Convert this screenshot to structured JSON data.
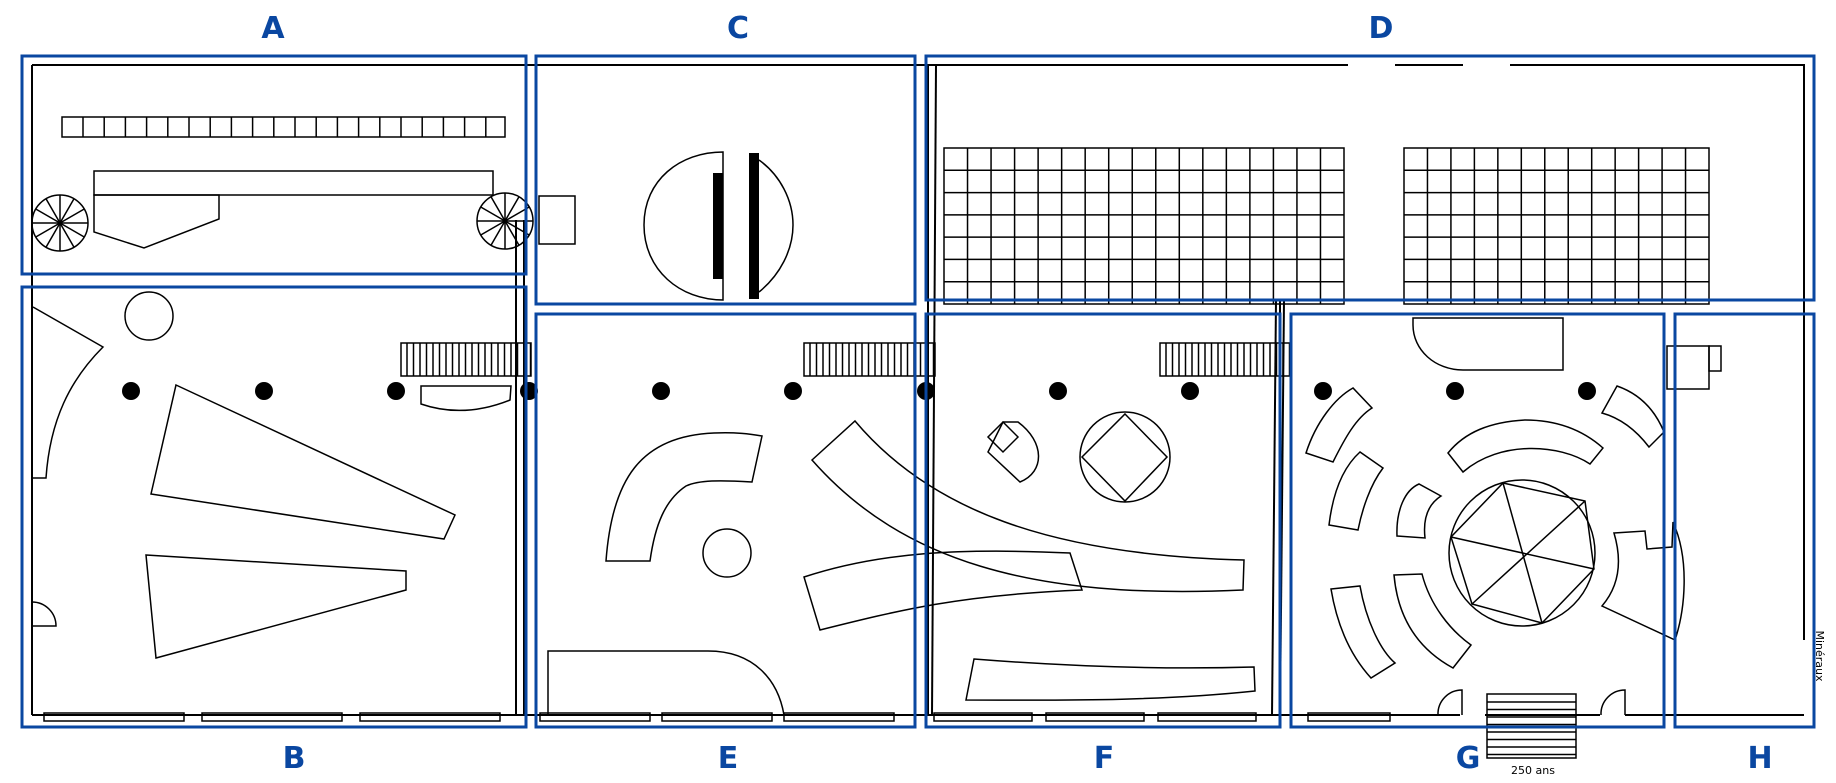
{
  "zones": [
    {
      "id": "A",
      "label": "A"
    },
    {
      "id": "B",
      "label": "B"
    },
    {
      "id": "C",
      "label": "C"
    },
    {
      "id": "D",
      "label": "D"
    },
    {
      "id": "E",
      "label": "E"
    },
    {
      "id": "F",
      "label": "F"
    },
    {
      "id": "G",
      "label": "G"
    },
    {
      "id": "H",
      "label": "H"
    }
  ],
  "labels": {
    "stand": "250 ans",
    "side_room": "Minéraux"
  },
  "colors": {
    "zone_outline": "#0a47a1",
    "walls": "#000000"
  }
}
